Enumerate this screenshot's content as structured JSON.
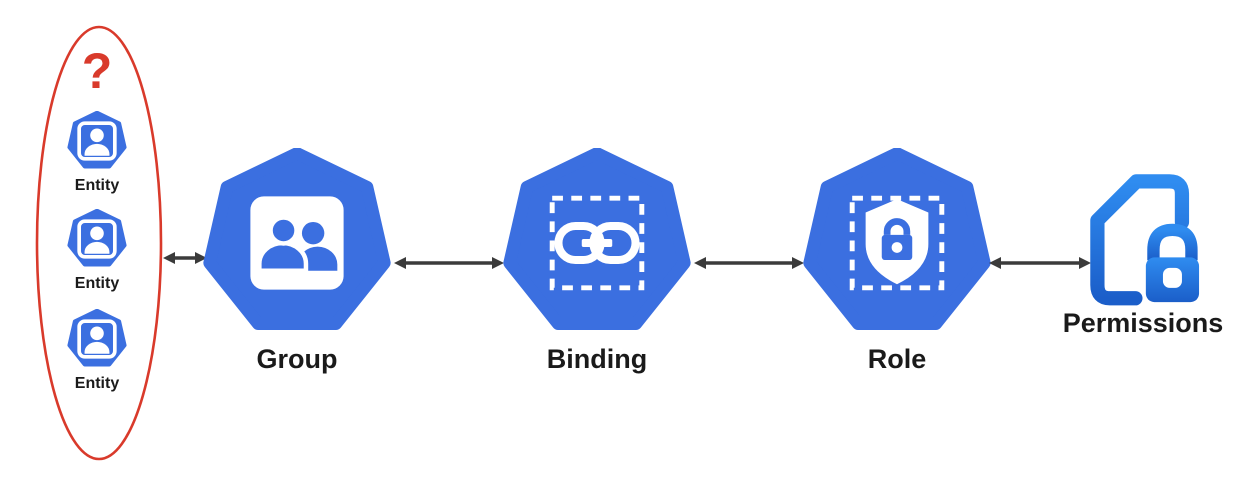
{
  "colors": {
    "node-blue": "#3B6FE0",
    "red": "#D93A2B",
    "arrow": "#3B3B3B",
    "label": "#1A1A1A",
    "perm-top": "#2F8CF0",
    "perm-bottom": "#1B5EC9",
    "icon-glyph-white": "#FFFFFF"
  },
  "diagram": {
    "uncertainty_marker": "?",
    "entity_group": {
      "shape": "red-dashed-none-solid-ellipse",
      "entities": [
        {
          "label": "Entity",
          "icon": "person-heptagon-icon"
        },
        {
          "label": "Entity",
          "icon": "person-heptagon-icon"
        },
        {
          "label": "Entity",
          "icon": "person-heptagon-icon"
        }
      ]
    },
    "nodes": [
      {
        "id": "group",
        "label": "Group",
        "icon": "users-icon",
        "badge": "solid-white-rounded-square"
      },
      {
        "id": "binding",
        "label": "Binding",
        "icon": "link-icon",
        "badge": "dashed-white-square"
      },
      {
        "id": "role",
        "label": "Role",
        "icon": "shield-lock-icon",
        "badge": "dashed-white-square"
      },
      {
        "id": "permissions",
        "label": "Permissions",
        "icon": "file-lock-icon",
        "badge": "none"
      }
    ],
    "connections": [
      {
        "from": "entities",
        "to": "group",
        "type": "bidirectional-arrow"
      },
      {
        "from": "group",
        "to": "binding",
        "type": "bidirectional-arrow"
      },
      {
        "from": "binding",
        "to": "role",
        "type": "bidirectional-arrow"
      },
      {
        "from": "role",
        "to": "permissions",
        "type": "bidirectional-arrow"
      }
    ]
  }
}
